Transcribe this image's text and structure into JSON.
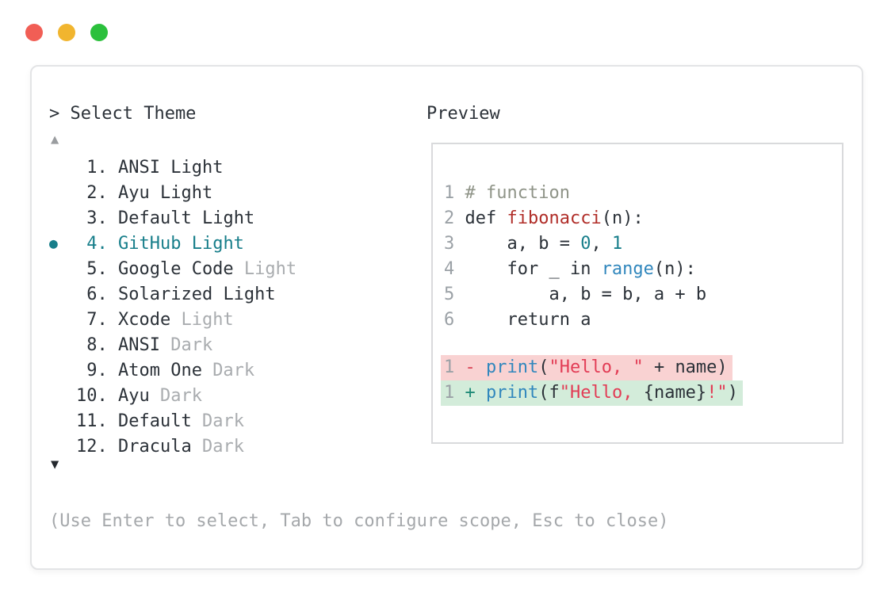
{
  "window": {
    "traffic_lights": [
      {
        "name": "close",
        "color": "#f15e55"
      },
      {
        "name": "minimize",
        "color": "#f1b52f"
      },
      {
        "name": "maximize",
        "color": "#2bc03c"
      }
    ]
  },
  "dialog": {
    "prompt": "> Select Theme",
    "scroll_up_indicator": "▲",
    "scroll_down_indicator": "▼",
    "help_text": "(Use Enter to select, Tab to configure scope, Esc to close)",
    "accent_color": "#177e8a",
    "themes": [
      {
        "number": "1.",
        "name": "ANSI",
        "suffix": "Light",
        "muted_suffix": false,
        "selected": false
      },
      {
        "number": "2.",
        "name": "Ayu",
        "suffix": "Light",
        "muted_suffix": false,
        "selected": false
      },
      {
        "number": "3.",
        "name": "Default",
        "suffix": "Light",
        "muted_suffix": false,
        "selected": false
      },
      {
        "number": "4.",
        "name": "GitHub",
        "suffix": "Light",
        "muted_suffix": false,
        "selected": true
      },
      {
        "number": "5.",
        "name": "Google Code",
        "suffix": "Light",
        "muted_suffix": true,
        "selected": false
      },
      {
        "number": "6.",
        "name": "Solarized",
        "suffix": "Light",
        "muted_suffix": false,
        "selected": false
      },
      {
        "number": "7.",
        "name": "Xcode",
        "suffix": "Light",
        "muted_suffix": true,
        "selected": false
      },
      {
        "number": "8.",
        "name": "ANSI",
        "suffix": "Dark",
        "muted_suffix": true,
        "selected": false
      },
      {
        "number": "9.",
        "name": "Atom One",
        "suffix": "Dark",
        "muted_suffix": true,
        "selected": false
      },
      {
        "number": "10.",
        "name": "Ayu",
        "suffix": "Dark",
        "muted_suffix": true,
        "selected": false
      },
      {
        "number": "11.",
        "name": "Default",
        "suffix": "Dark",
        "muted_suffix": true,
        "selected": false
      },
      {
        "number": "12.",
        "name": "Dracula",
        "suffix": "Dark",
        "muted_suffix": true,
        "selected": false
      }
    ]
  },
  "preview": {
    "label": "Preview",
    "syntax_colors": {
      "text": "#2b3138",
      "comment": "#8f9488",
      "function_name": "#b02d28",
      "number_literal": "#177e8a",
      "call": "#3187bd",
      "string": "#e23c55",
      "diff_minus": "#d94556",
      "diff_plus": "#1f8a77",
      "diff_removed_bg": "#f9d2d2",
      "diff_added_bg": "#d3ecda",
      "line_number": "#9ba1a6"
    },
    "code_lines": [
      {
        "num": "1",
        "diff": null,
        "tokens": [
          {
            "c": "comment",
            "t": "# function"
          }
        ]
      },
      {
        "num": "2",
        "diff": null,
        "tokens": [
          {
            "c": "default",
            "t": "def "
          },
          {
            "c": "func",
            "t": "fibonacci"
          },
          {
            "c": "default",
            "t": "(n):"
          }
        ]
      },
      {
        "num": "3",
        "diff": null,
        "tokens": [
          {
            "c": "default",
            "t": "    a, b = "
          },
          {
            "c": "num",
            "t": "0"
          },
          {
            "c": "default",
            "t": ", "
          },
          {
            "c": "num",
            "t": "1"
          }
        ]
      },
      {
        "num": "4",
        "diff": null,
        "tokens": [
          {
            "c": "default",
            "t": "    for _ in "
          },
          {
            "c": "call",
            "t": "range"
          },
          {
            "c": "default",
            "t": "(n):"
          }
        ]
      },
      {
        "num": "5",
        "diff": null,
        "tokens": [
          {
            "c": "default",
            "t": "        a, b = b, a + b"
          }
        ]
      },
      {
        "num": "6",
        "diff": null,
        "tokens": [
          {
            "c": "default",
            "t": "    return a"
          }
        ]
      },
      {
        "spacer": true
      },
      {
        "num": "1",
        "diff": "removed",
        "tokens": [
          {
            "c": "minus",
            "t": "- "
          },
          {
            "c": "call",
            "t": "print"
          },
          {
            "c": "default",
            "t": "("
          },
          {
            "c": "str",
            "t": "\"Hello, \""
          },
          {
            "c": "default",
            "t": " + name)"
          }
        ]
      },
      {
        "num": "1",
        "diff": "added",
        "tokens": [
          {
            "c": "plus",
            "t": "+ "
          },
          {
            "c": "call",
            "t": "print"
          },
          {
            "c": "default",
            "t": "(f"
          },
          {
            "c": "str",
            "t": "\"Hello, "
          },
          {
            "c": "default",
            "t": "{name}"
          },
          {
            "c": "str",
            "t": "!\""
          },
          {
            "c": "default",
            "t": ")"
          }
        ]
      }
    ]
  }
}
